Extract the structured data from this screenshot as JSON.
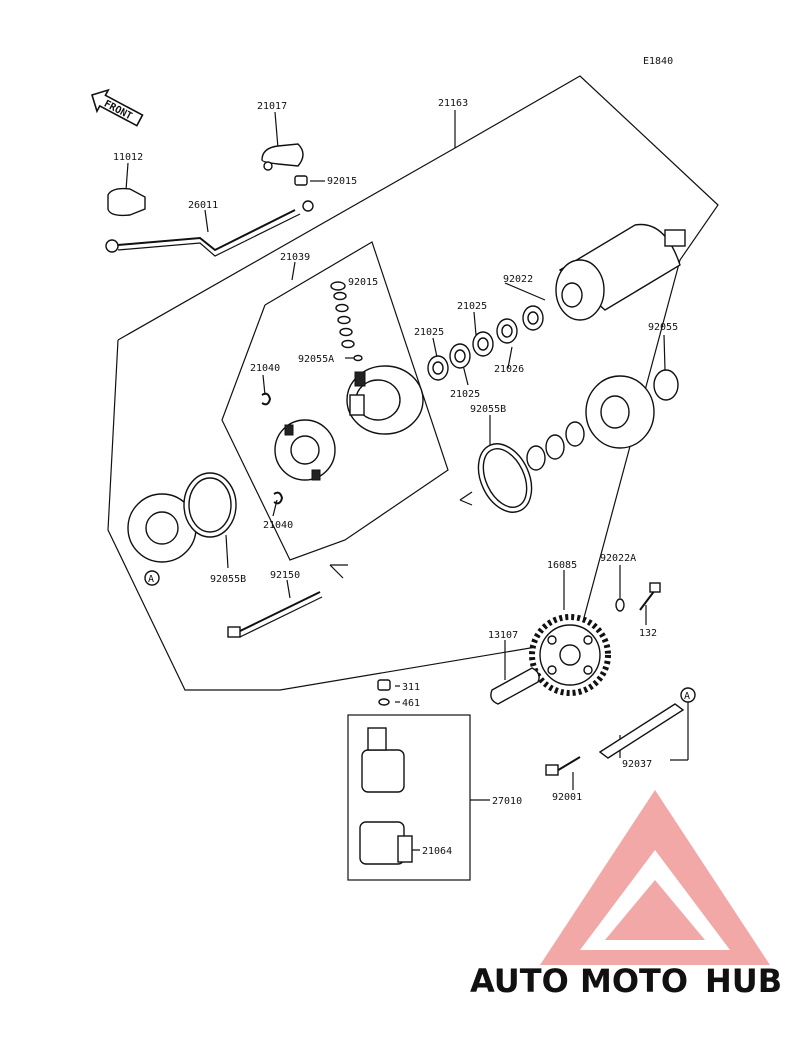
{
  "diagram_code": "E1840",
  "front_label": "FRONT",
  "ref_marker": "A",
  "labels": {
    "p21017": "21017",
    "p21163": "21163",
    "p11012": "11012",
    "p92015a": "92015",
    "p26011": "26011",
    "p21039": "21039",
    "p92015b": "92015",
    "p92022": "92022",
    "p21025a": "21025",
    "p21025b": "21025",
    "p21025c": "21025",
    "p21026": "21026",
    "p92055": "92055",
    "p92055A": "92055A",
    "p21040a": "21040",
    "p21040b": "21040",
    "p92055Ba": "92055B",
    "p92055Bb": "92055B",
    "p92150": "92150",
    "p16085": "16085",
    "p92022A": "92022A",
    "p13107": "13107",
    "p132": "132",
    "p311": "311",
    "p461": "461",
    "p92037": "92037",
    "p27010": "27010",
    "p92001": "92001",
    "p21064": "21064"
  },
  "watermark": {
    "part1": "AUTO",
    "part2": "MOTO",
    "part3": "HUB"
  },
  "colors": {
    "accent_orange": "#f5b183",
    "accent_red": "#f08080",
    "accent_gray": "#6e6e6e",
    "line": "#111111"
  }
}
